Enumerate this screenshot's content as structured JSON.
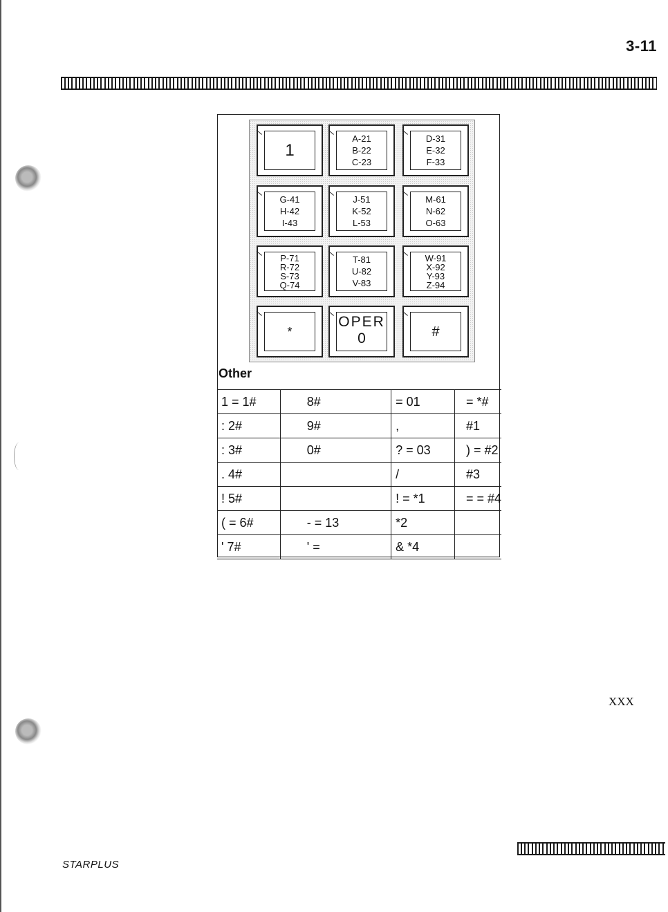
{
  "page": {
    "number": "3-11"
  },
  "keypad": {
    "keys": [
      {
        "lines": [
          "1"
        ]
      },
      {
        "lines": [
          "A-21",
          "B-22",
          "C-23"
        ]
      },
      {
        "lines": [
          "D-31",
          "E-32",
          "F-33"
        ]
      },
      {
        "lines": [
          "G-41",
          "H-42",
          "I-43"
        ]
      },
      {
        "lines": [
          "J-51",
          "K-52",
          "L-53"
        ]
      },
      {
        "lines": [
          "M-61",
          "N-62",
          "O-63"
        ]
      },
      {
        "lines": [
          "P-71",
          "R-72",
          "S-73",
          "Q-74"
        ]
      },
      {
        "lines": [
          "T-81",
          "U-82",
          "V-83"
        ]
      },
      {
        "lines": [
          "W-91",
          "X-92",
          "Y-93",
          "Z-94"
        ]
      },
      {
        "lines": [
          "*"
        ]
      },
      {
        "lines": [
          "OPER",
          "0"
        ]
      },
      {
        "lines": [
          "#"
        ]
      }
    ]
  },
  "other": {
    "label": "Other",
    "rows": [
      [
        "1 = 1#",
        "8#",
        "= 01",
        "= *#"
      ],
      [
        ": 2#",
        "9#",
        ",",
        "#1"
      ],
      [
        ": 3#",
        "0#",
        "? = 03",
        ") = #2"
      ],
      [
        ". 4#",
        "",
        "/",
        "#3"
      ],
      [
        "! 5#",
        "",
        "! = *1",
        "= = #4"
      ],
      [
        "( = 6#",
        "- = 13",
        "*2",
        ""
      ],
      [
        "' 7#",
        "' =",
        "& *4",
        ""
      ]
    ]
  },
  "margin_note": "XXX",
  "footer": {
    "text": "STARPLUS"
  }
}
